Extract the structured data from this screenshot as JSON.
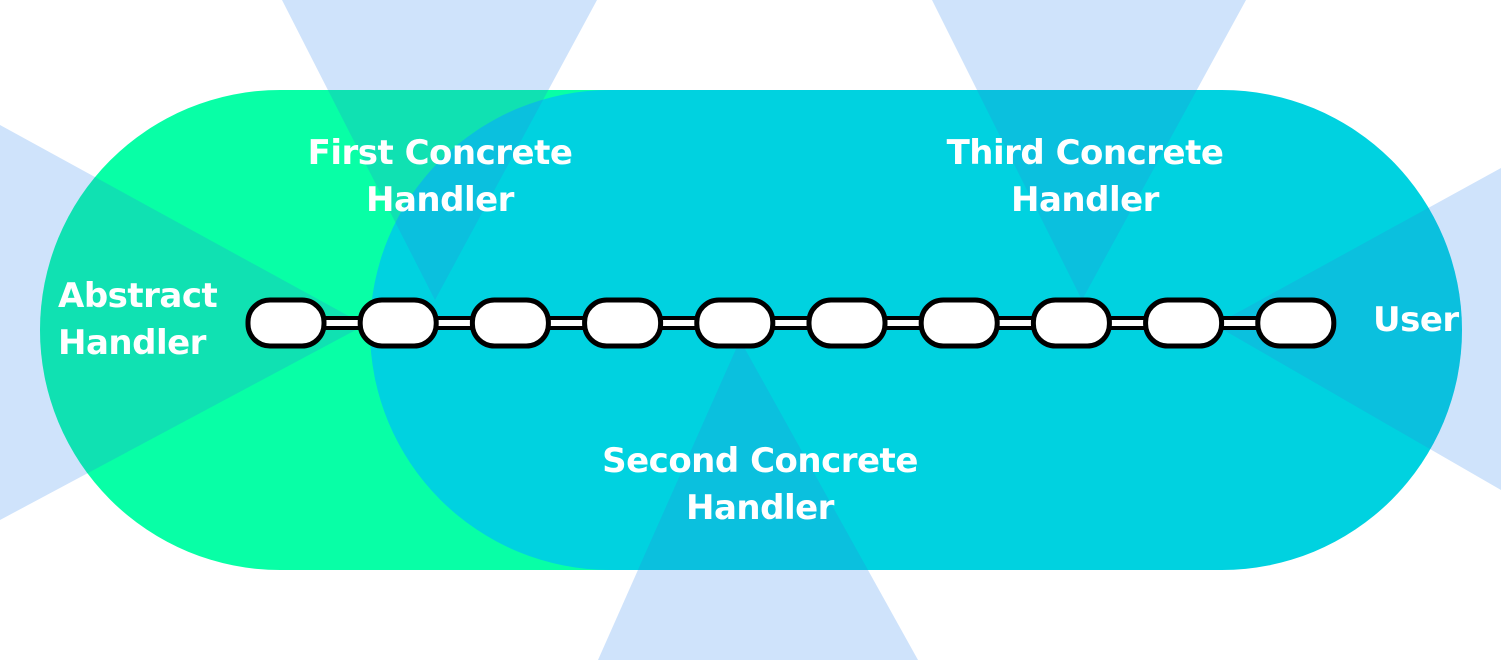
{
  "diagram": {
    "labels": {
      "abstract_handler": [
        "Abstract",
        "Handler"
      ],
      "first_concrete_handler": [
        "First Concrete",
        "Handler"
      ],
      "second_concrete_handler": [
        "Second Concrete",
        "Handler"
      ],
      "third_concrete_handler": [
        "Third Concrete",
        "Handler"
      ],
      "user": "User"
    },
    "chain": {
      "link_count": 10
    },
    "colors": {
      "background": "#ffffff",
      "ray": "#cfe3fb",
      "pill_green": "#00ffa3",
      "pill_cyan": "#00d2e0",
      "pill_blue": "#00b8e6",
      "link_fill": "#ffffff",
      "link_stroke": "#000000",
      "label_text": "#ffffff"
    }
  }
}
